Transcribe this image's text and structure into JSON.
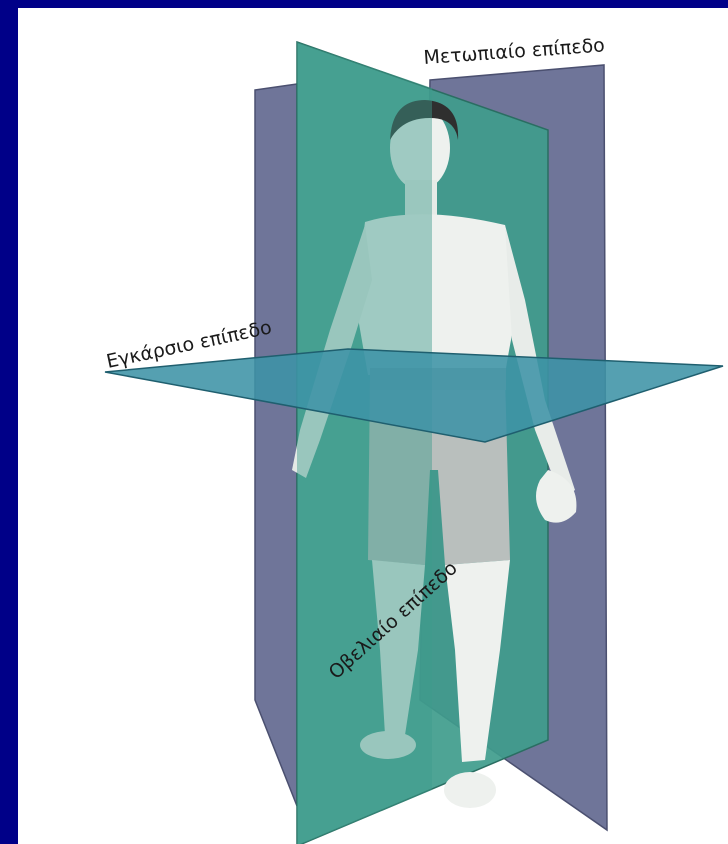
{
  "labels": {
    "coronal": "Μετωπιαίο επίπεδο",
    "transverse": "Εγκάρσιο επίπεδο",
    "sagittal": "Οβελιαίο επίπεδο"
  },
  "colors": {
    "background": "#000088",
    "card": "#ffffff",
    "coronal_plane": "#6f7599",
    "sagittal_plane": "#3f9c8c",
    "transverse_plane": "#3d93a6",
    "skin": "#eef1ee",
    "shorts": "#b9bfbd"
  }
}
